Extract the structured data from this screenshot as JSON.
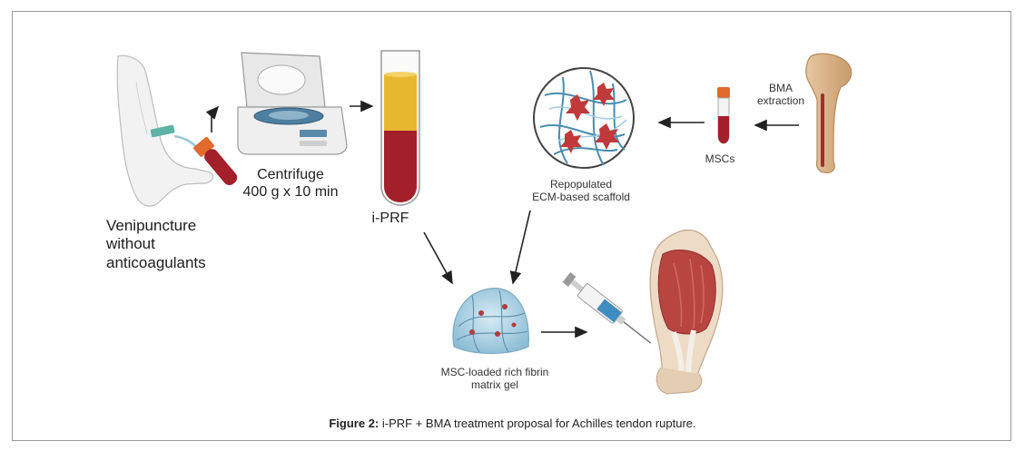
{
  "labels": {
    "venipuncture": [
      "Venipuncture",
      "without",
      "anticoagulants"
    ],
    "centrifuge": [
      "Centrifuge",
      "400 g x 10 min"
    ],
    "iprf": "i-PRF",
    "bma": [
      "BMA",
      "extraction"
    ],
    "mscs": "MSCs",
    "scaffold": [
      "Repopulated",
      "ECM-based scaffold"
    ],
    "gel": [
      "MSC-loaded rich fibrin",
      "matrix gel"
    ]
  },
  "caption": {
    "prefix": "Figure 2:",
    "text": " i-PRF + BMA treatment proposal for Achilles tendon rupture."
  },
  "colors": {
    "plasma": "#e8b730",
    "blood": "#a3202a",
    "cap": "#e26a2c",
    "muscle": "#b8453f",
    "gel": "#a9cde0"
  }
}
